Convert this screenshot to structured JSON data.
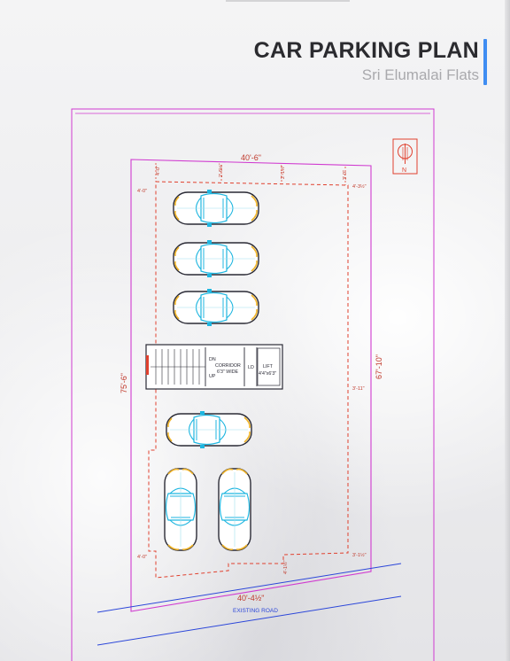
{
  "header": {
    "title": "CAR PARKING PLAN",
    "subtitle": "Sri Elumalai Flats"
  },
  "plan": {
    "dim_front": "40'-6\"",
    "dim_rear": "40'-4½\"",
    "dim_left": "75'-6\"",
    "dim_right": "67'-10\"",
    "setbacks": {
      "top_a": "4'-0\"",
      "top_b": "2'-6½\"",
      "top_c": "2'-1½\"",
      "top_d": "3'-0\"",
      "left_top": "4'-0\"",
      "right_top": "4'-3½\"",
      "right_mid": "3'-11\"",
      "bottom_left": "4'-0\"",
      "bottom_right": "3'-1½\"",
      "bottom_mid": "4'-1½\""
    },
    "core": {
      "dn": "DN",
      "up": "UP",
      "corridor_label": "CORRIDOR",
      "corridor_width": "6'3\" WIDE",
      "ld": "LD",
      "lift_label": "LIFT",
      "lift_size": "4'4\"x6'3\""
    },
    "road_label": "EXISTING ROAD",
    "north_label": "N",
    "cars_count": 6
  },
  "colors": {
    "site_boundary": "#d03ad0",
    "setback_line": "#e0402e",
    "car_outline": "#2a2a35",
    "car_glass": "#1fb6e0",
    "car_light": "#f0b429",
    "road_line": "#2b46d9",
    "accent": "#3f8df2"
  }
}
